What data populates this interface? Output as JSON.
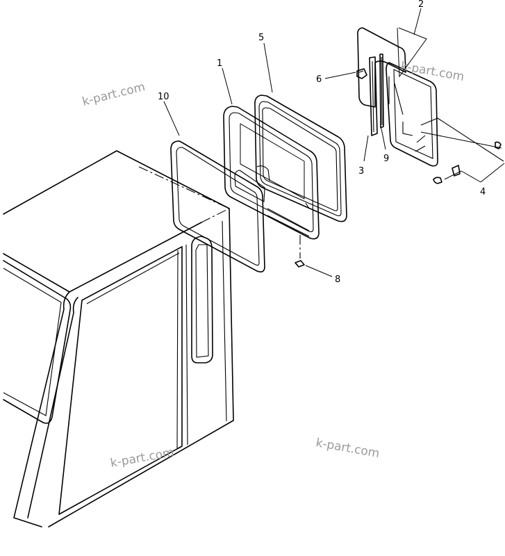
{
  "callouts": {
    "c1": "1",
    "c2": "2",
    "c3": "3",
    "c4": "4",
    "c5": "5",
    "c6": "6",
    "c8": "8",
    "c9": "9",
    "c10": "10"
  },
  "watermarks": [
    "k-part.com",
    "k-part.com",
    "k-part.com",
    "k-part.com"
  ]
}
